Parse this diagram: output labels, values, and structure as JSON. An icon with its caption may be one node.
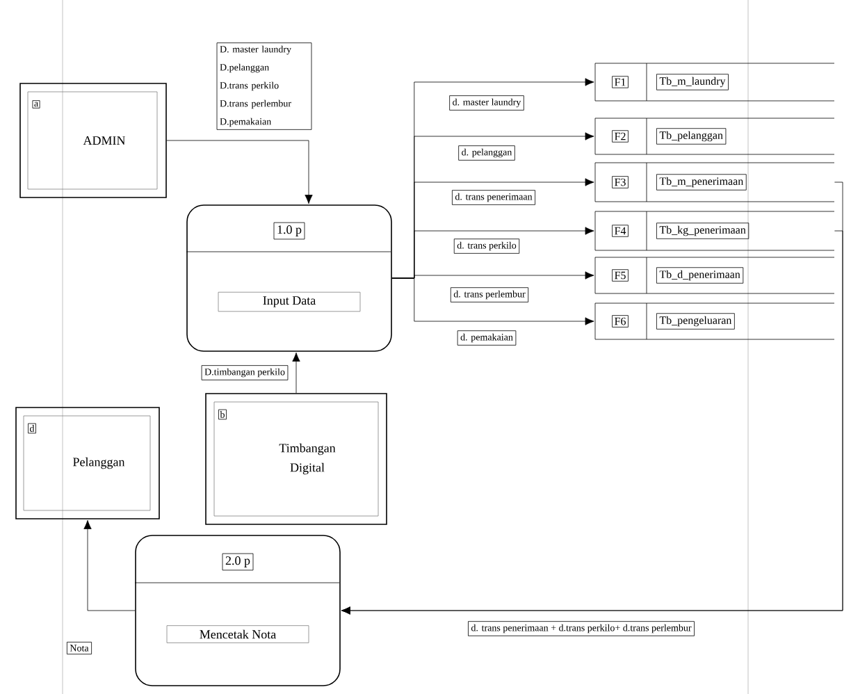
{
  "diagram": {
    "nodes": [
      {
        "text": [
          "a",
          "ADMIN"
        ]
      },
      {
        "text": [
          "1.0 p",
          "Input Data"
        ]
      },
      {
        "text": [
          "b",
          "Timbangan Digital"
        ]
      },
      {
        "text": [
          "d",
          "Pelanggan"
        ]
      },
      {
        "text": [
          "2.0 p",
          "Mencetak Nota"
        ]
      },
      {
        "text": [
          "F1",
          "Tb_m_laundry"
        ]
      },
      {
        "text": [
          "F2",
          "Tb_pelanggan"
        ]
      },
      {
        "text": [
          "F3",
          "Tb_m_penerimaan"
        ]
      },
      {
        "text": [
          "F4",
          "Tb_kg_penerimaan"
        ]
      },
      {
        "text": [
          "F5",
          "Tb_d_penerimaan"
        ]
      },
      {
        "text": [
          "F6",
          "Tb_pengeluaran"
        ]
      }
    ],
    "edges": [
      {
        "from": 0,
        "to": 1,
        "arrow": "to",
        "label": "D. master laundry D.pelanggan D.trans perkilo D.trans perlembur D.pemakaian"
      },
      {
        "from": 1,
        "to": 5,
        "arrow": "to",
        "label": "d. master laundry"
      },
      {
        "from": 1,
        "to": 6,
        "arrow": "to",
        "label": "d. pelanggan"
      },
      {
        "from": 1,
        "to": 7,
        "arrow": "to",
        "label": "d. trans penerimaan"
      },
      {
        "from": 1,
        "to": 8,
        "arrow": "to",
        "label": "d. trans perkilo"
      },
      {
        "from": 1,
        "to": 9,
        "arrow": "to",
        "label": "d. trans perlembur"
      },
      {
        "from": 1,
        "to": 10,
        "arrow": "to",
        "label": "d. pemakaian"
      },
      {
        "from": 2,
        "to": 1,
        "arrow": "to",
        "label": "D.timbangan perkilo"
      },
      {
        "from": 4,
        "to": 3,
        "arrow": "to",
        "label": "Nota"
      },
      {
        "from": 7,
        "to": 4,
        "arrow": "to",
        "label": "d. trans penerimaan + d.trans perkilo+ d.trans perlembur"
      },
      {
        "from": 8,
        "to": 4,
        "arrow": "to"
      }
    ]
  }
}
